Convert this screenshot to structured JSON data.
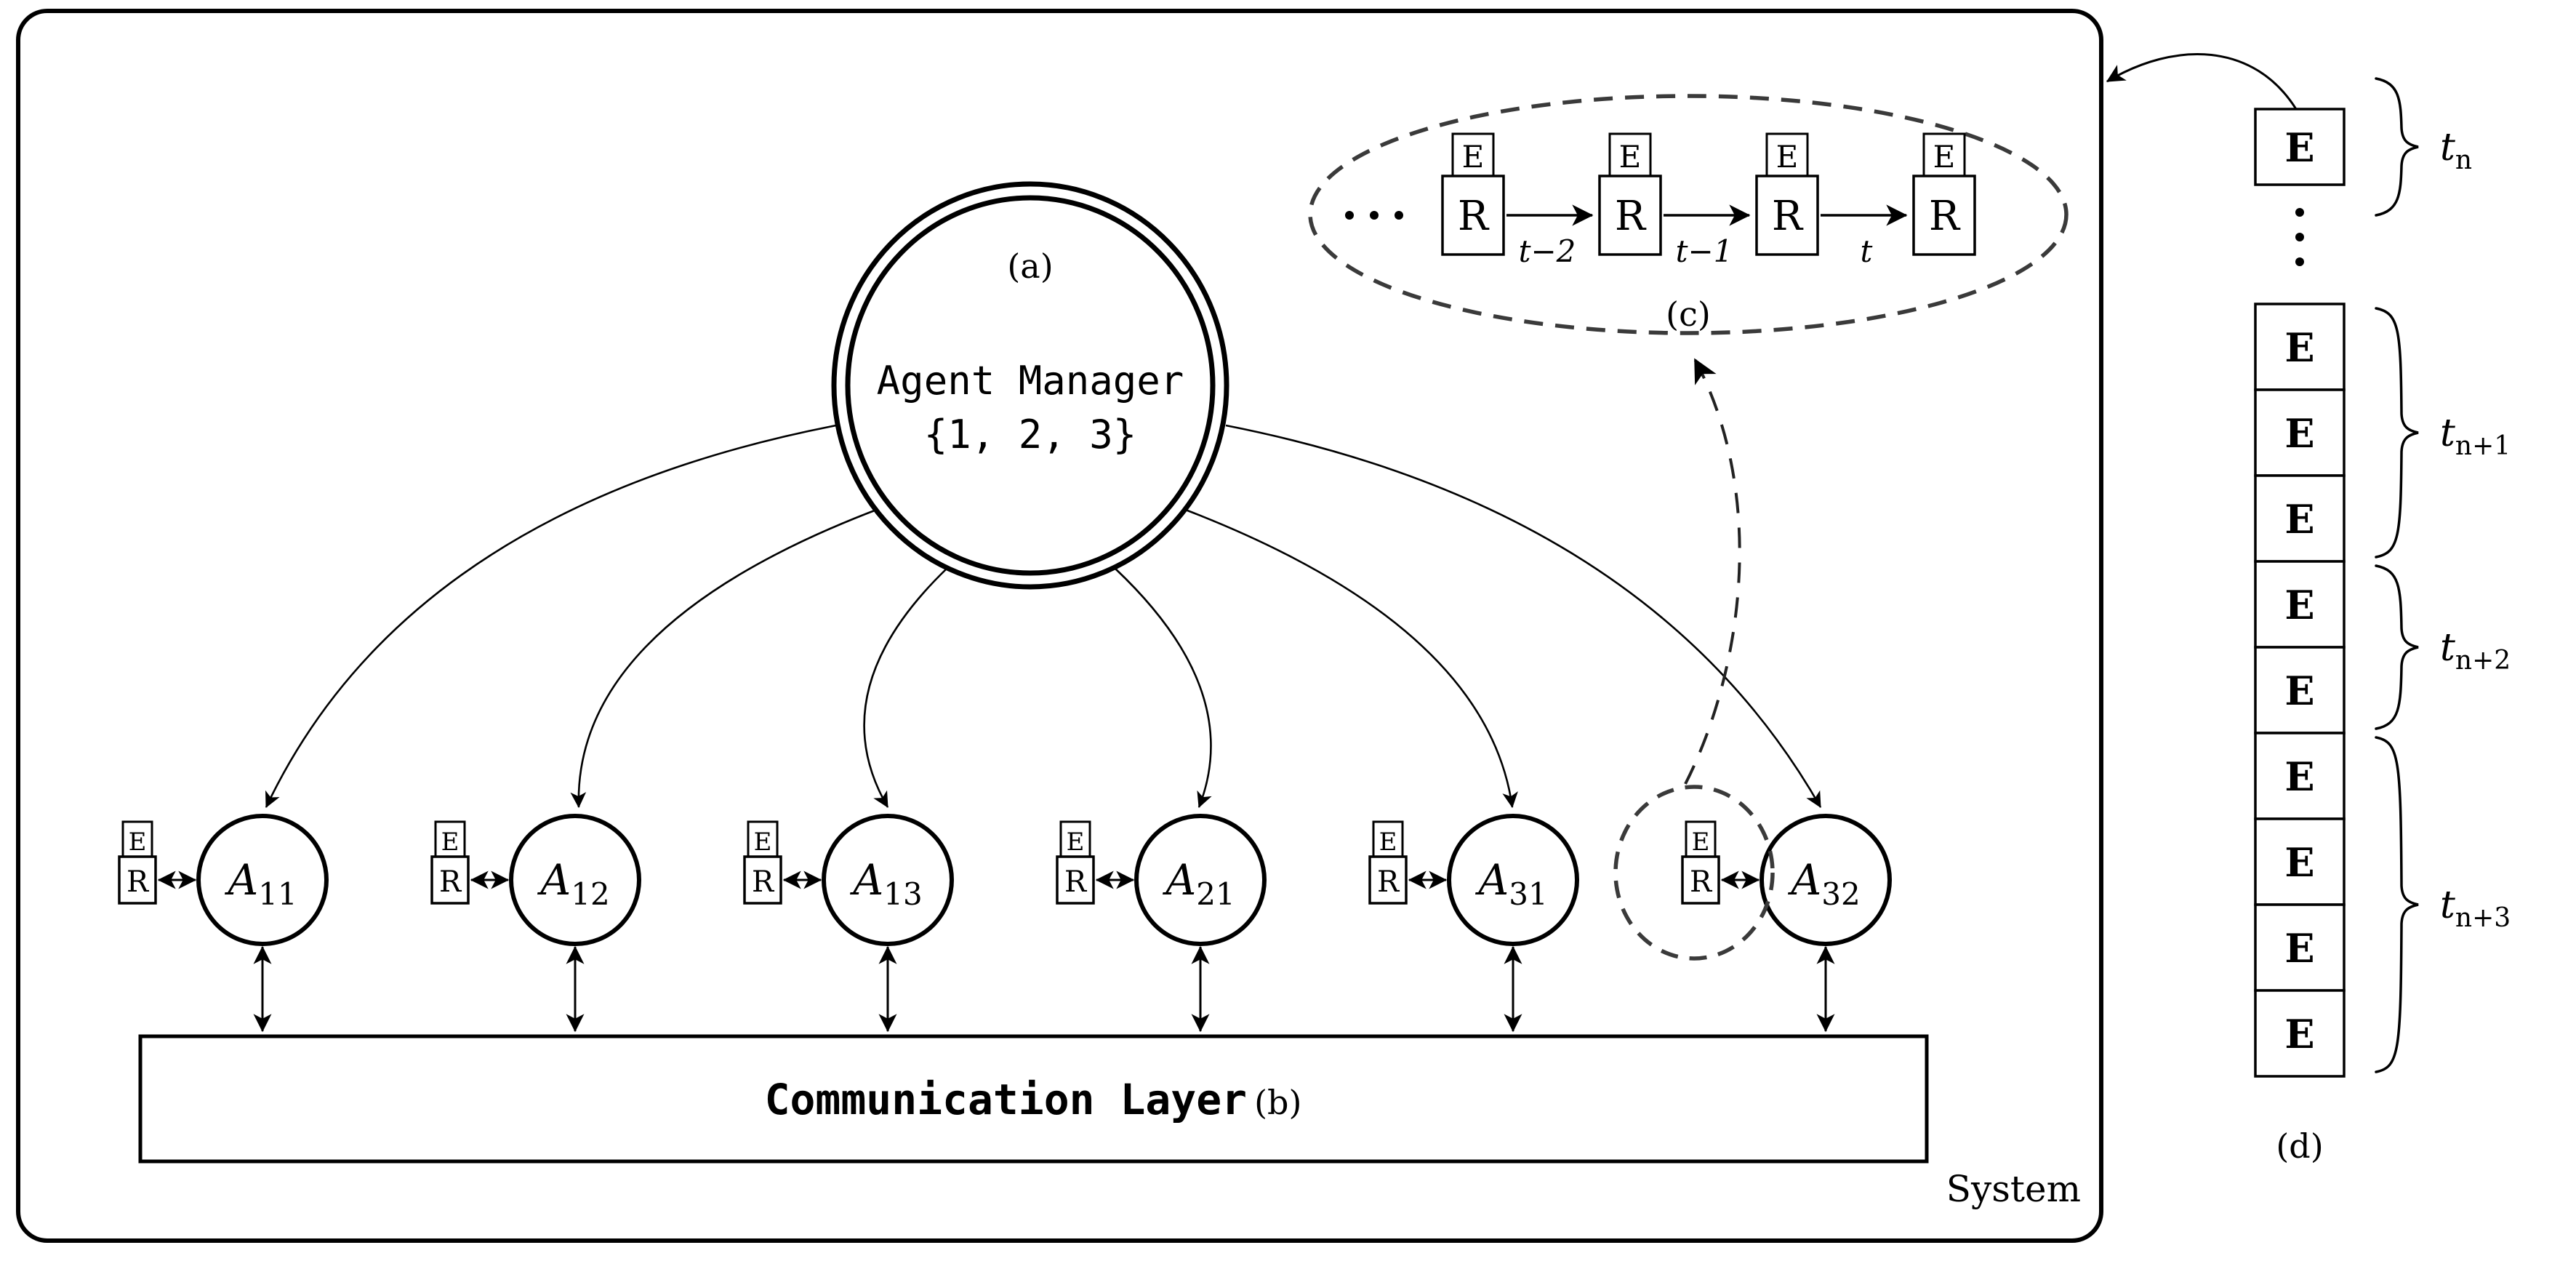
{
  "system": {
    "label": "System"
  },
  "manager": {
    "tag": "(a)",
    "title": "Agent Manager",
    "set": "{1, 2, 3}"
  },
  "comm": {
    "label": "Communication Layer",
    "tag": "(b)"
  },
  "agents": [
    {
      "base": "A",
      "sub": "11"
    },
    {
      "base": "A",
      "sub": "12"
    },
    {
      "base": "A",
      "sub": "13"
    },
    {
      "base": "A",
      "sub": "21"
    },
    {
      "base": "A",
      "sub": "31"
    },
    {
      "base": "A",
      "sub": "32"
    }
  ],
  "er": {
    "e": "E",
    "r": "R"
  },
  "history": {
    "tag": "(c)",
    "units": [
      {
        "e": "E",
        "r": "R"
      },
      {
        "e": "E",
        "r": "R"
      },
      {
        "e": "E",
        "r": "R"
      },
      {
        "e": "E",
        "r": "R"
      }
    ],
    "edge_labels": [
      "t−2",
      "t−1",
      "t"
    ]
  },
  "buffer": {
    "tag": "(d)",
    "top_box": "E",
    "stack": [
      "E",
      "E",
      "E",
      "E",
      "E",
      "E",
      "E",
      "E",
      "E"
    ],
    "brace_top": {
      "base": "t",
      "sub": "n"
    },
    "groups": [
      {
        "base": "t",
        "sub": "n+1"
      },
      {
        "base": "t",
        "sub": "n+2"
      },
      {
        "base": "t",
        "sub": "n+3"
      }
    ]
  }
}
